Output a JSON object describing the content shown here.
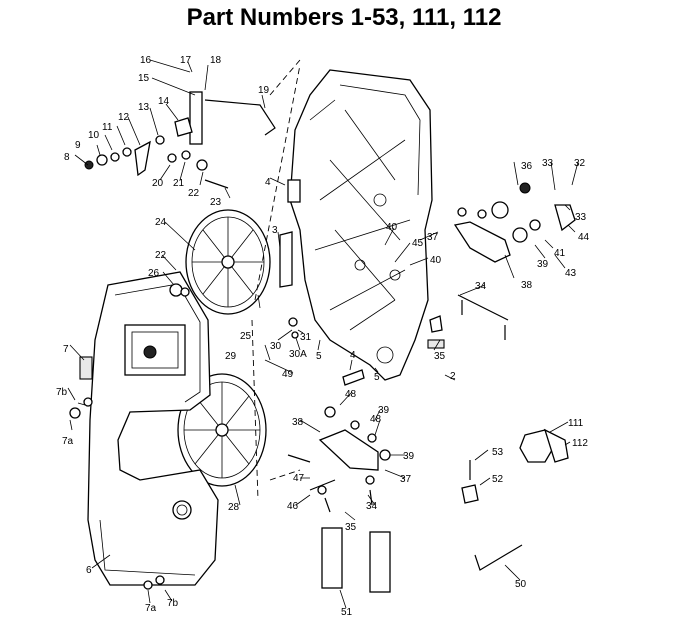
{
  "title": "Part Numbers 1-53, 111, 112",
  "callouts": [
    "16",
    "17",
    "18",
    "15",
    "19",
    "14",
    "13",
    "12",
    "11",
    "10",
    "9",
    "8",
    "20",
    "21",
    "22",
    "23",
    "4",
    "24",
    "22",
    "26",
    "3",
    "25",
    "7",
    "7b",
    "7a",
    "30",
    "31",
    "30A",
    "5",
    "29",
    "49",
    "4",
    "5",
    "40",
    "45",
    "37",
    "40",
    "36",
    "33",
    "32",
    "33",
    "44",
    "41",
    "39",
    "43",
    "38",
    "34",
    "35",
    "2",
    "48",
    "39",
    "48",
    "38",
    "39",
    "37",
    "47",
    "46",
    "34",
    "35",
    "28",
    "6",
    "7a",
    "7b",
    "53",
    "52",
    "111",
    "112",
    "51",
    "50"
  ]
}
